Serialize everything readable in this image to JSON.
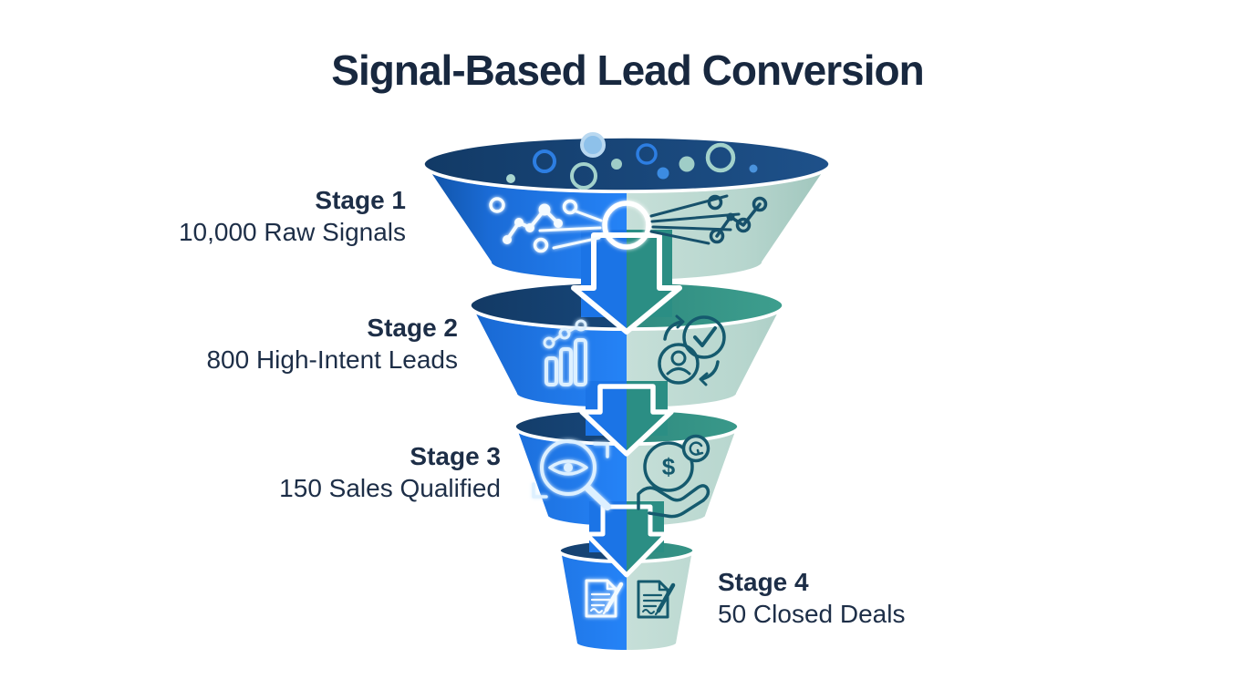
{
  "title": "Signal-Based Lead Conversion",
  "stages": [
    {
      "name": "Stage 1",
      "value": "10,000 Raw Signals"
    },
    {
      "name": "Stage 2",
      "value": "800 High-Intent Leads"
    },
    {
      "name": "Stage 3",
      "value": "150 Sales Qualified"
    },
    {
      "name": "Stage 4",
      "value": "50 Closed Deals"
    }
  ],
  "icons": {
    "stage1_left": "signal-scatter-network-icon",
    "stage1_center": "signal-hub-icon",
    "stage1_right": "node-graph-icon",
    "stage2_left": "bar-chart-trend-icon",
    "stage2_right": "lead-verification-sync-icon",
    "stage3_left": "eye-magnifier-icon",
    "stage3_right": "hand-holding-dollar-icon",
    "stage4_left": "signed-contract-icon",
    "stage4_right": "signed-contract-icon",
    "dollar_symbol": "$"
  },
  "colors": {
    "background": "#FFFFFF",
    "title_text": "#18283F",
    "label_text": "#1D2E47",
    "funnel_left_blue": "#1E7BF0",
    "funnel_right_sage": "#B9D7D0",
    "rim_navy": "#143E6B",
    "rim_teal": "#2F8B80",
    "arrow_left_fill": "#1B74E6",
    "arrow_right_fill": "#2B8E84",
    "outline_white": "#FFFFFF"
  },
  "chart_data": {
    "type": "funnel",
    "title": "Signal-Based Lead Conversion",
    "categories": [
      "Stage 1",
      "Stage 2",
      "Stage 3",
      "Stage 4"
    ],
    "values": [
      10000,
      800,
      150,
      50
    ],
    "value_labels": [
      "10,000 Raw Signals",
      "800 High-Intent Leads",
      "150 Sales Qualified",
      "50 Closed Deals"
    ],
    "legend": "none",
    "orientation": "vertical-top-down"
  }
}
